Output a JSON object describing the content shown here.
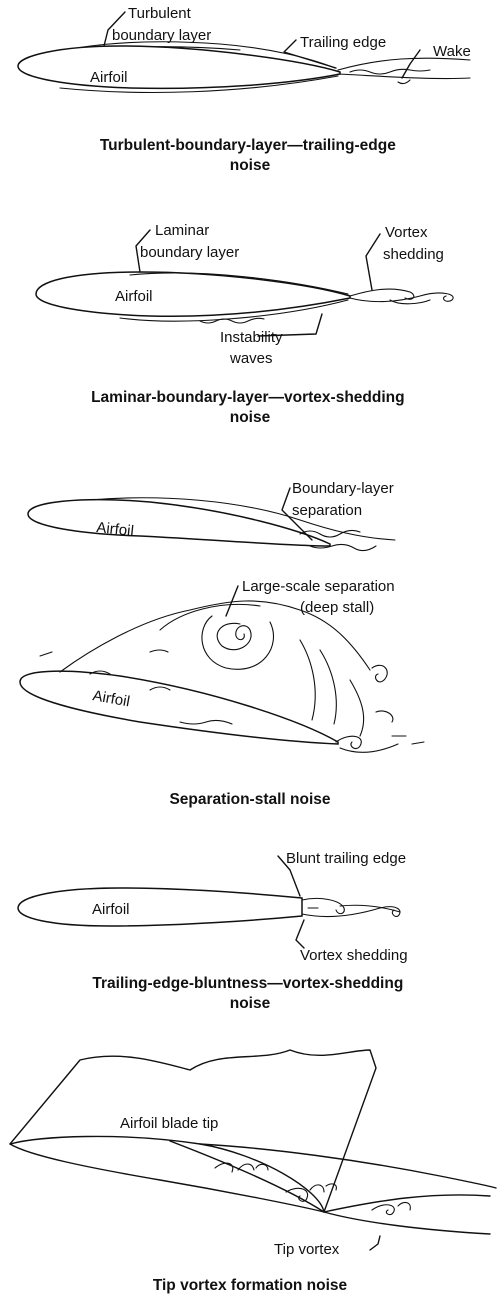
{
  "panels": [
    {
      "id": "tbl-te",
      "labels": {
        "boundary_layer": "Turbulent\nboundary layer",
        "trailing_edge": "Trailing edge",
        "wake": "Wake",
        "airfoil": "Airfoil"
      },
      "caption": "Turbulent-boundary-layer—trailing-edge\nnoise"
    },
    {
      "id": "lbl-vs",
      "labels": {
        "boundary_layer": "Laminar\nboundary layer",
        "vortex": "Vortex\nshedding",
        "airfoil": "Airfoil",
        "instability": "Instability\nwaves"
      },
      "caption": "Laminar-boundary-layer—vortex-shedding\nnoise"
    },
    {
      "id": "sep-stall",
      "labels": {
        "separation": "Boundary-layer\nseparation",
        "airfoil_a": "Airfoil",
        "large_scale": "Large-scale separation\n(deep stall)",
        "airfoil_b": "Airfoil"
      },
      "caption": "Separation-stall noise"
    },
    {
      "id": "te-blunt",
      "labels": {
        "blunt": "Blunt trailing edge",
        "airfoil": "Airfoil",
        "vortex": "Vortex shedding"
      },
      "caption": "Trailing-edge-bluntness—vortex-shedding\nnoise"
    },
    {
      "id": "tip",
      "labels": {
        "blade_tip": "Airfoil blade tip",
        "tip_vortex": "Tip vortex"
      },
      "caption": "Tip vortex formation noise"
    }
  ]
}
